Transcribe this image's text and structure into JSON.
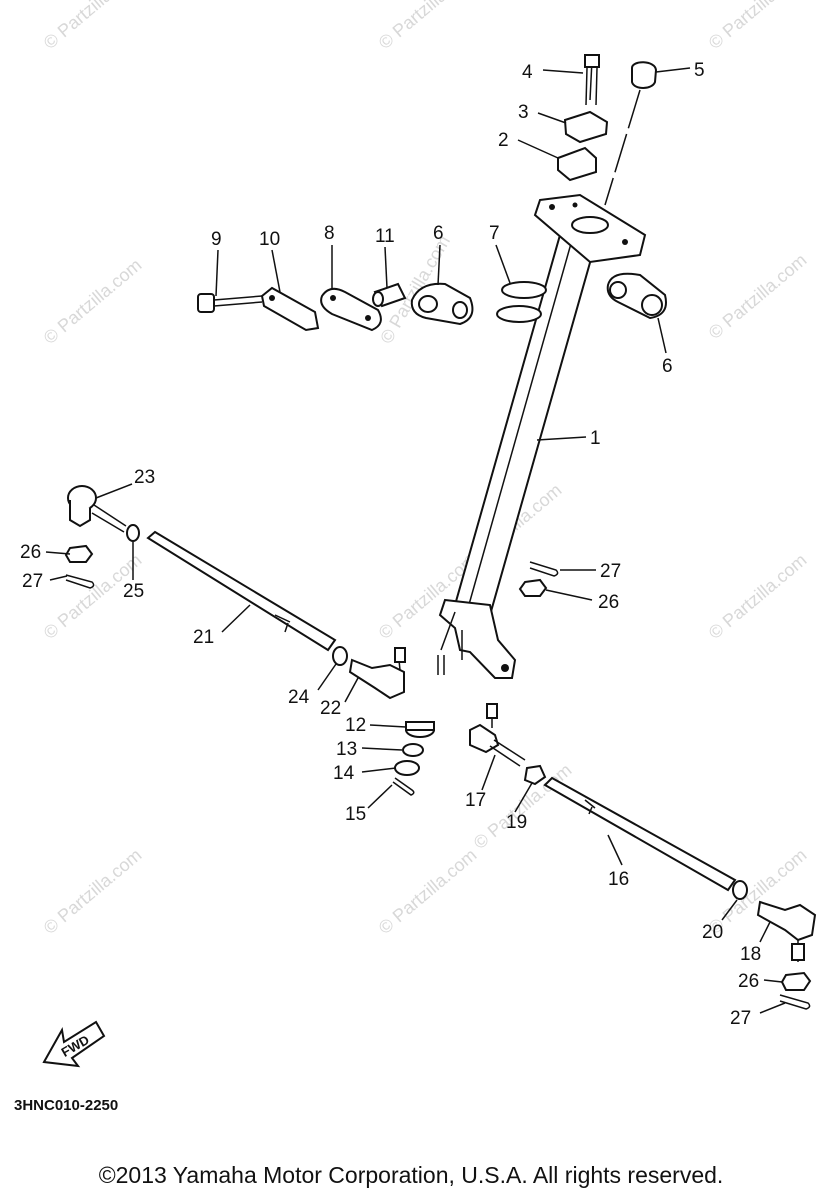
{
  "watermarks": [
    "© Partzilla.com",
    "© Partzilla.com",
    "© Partzilla.com",
    "© Partzilla.com",
    "© Partzilla.com",
    "© Partzilla.com",
    "© Partzilla.com",
    "© Partzilla.com",
    "© Partzilla.com",
    "© Partzilla.com",
    "© Partzilla.com",
    "© Partzilla.com",
    "© Partzilla.com",
    "© Partzilla.com"
  ],
  "callouts": [
    "1",
    "2",
    "3",
    "4",
    "5",
    "6",
    "6",
    "7",
    "8",
    "9",
    "10",
    "11",
    "12",
    "13",
    "14",
    "15",
    "16",
    "17",
    "18",
    "19",
    "20",
    "21",
    "22",
    "23",
    "24",
    "25",
    "26",
    "26",
    "26",
    "27",
    "27",
    "27"
  ],
  "fwd_label": "FWD",
  "diagram_code": "3HNC010-2250",
  "copyright": "©2013  Yamaha Motor Corporation, U.S.A. All rights reserved."
}
